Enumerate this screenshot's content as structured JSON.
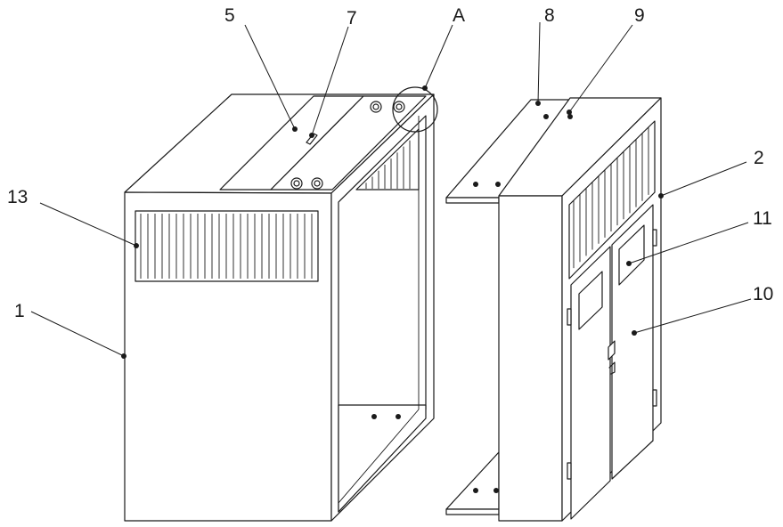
{
  "labels": [
    {
      "id": "1",
      "text": "1"
    },
    {
      "id": "2",
      "text": "2"
    },
    {
      "id": "5",
      "text": "5"
    },
    {
      "id": "7",
      "text": "7"
    },
    {
      "id": "8",
      "text": "8"
    },
    {
      "id": "9",
      "text": "9"
    },
    {
      "id": "10",
      "text": "10"
    },
    {
      "id": "11",
      "text": "11"
    },
    {
      "id": "13",
      "text": "13"
    },
    {
      "id": "A",
      "text": "A"
    }
  ],
  "colors": {
    "ink": "#1a1a1a",
    "paper": "#ffffff"
  }
}
